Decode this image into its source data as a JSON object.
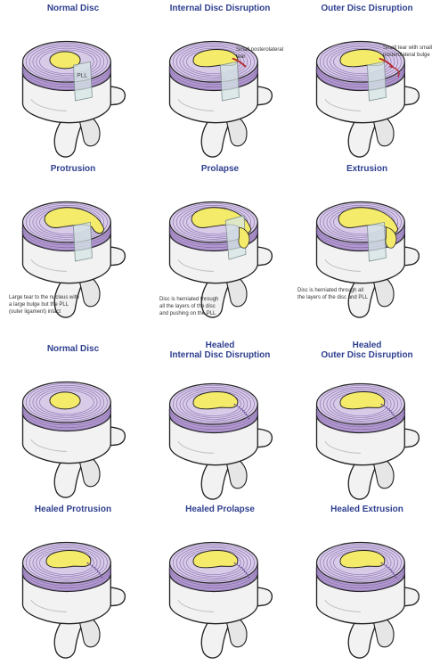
{
  "colors": {
    "title": "#2e3f8f",
    "annulus": "#b39bcf",
    "annulus_dark": "#7e63a8",
    "nucleus": "#f5eb6a",
    "bone": "#f2f2f2",
    "outline": "#222222",
    "tear": "#b2262a",
    "pll": "#d5e5e6"
  },
  "panels": [
    {
      "title": "Normal Disc",
      "note": "",
      "pll": "PLL",
      "variant": "normal"
    },
    {
      "title": "Internal Disc Disruption",
      "note": "Small posterolateral\ntear",
      "pll": "",
      "variant": "internal"
    },
    {
      "title": "Outer Disc Disruption",
      "note": "Small tear with small\nposterolateral bulge",
      "pll": "",
      "variant": "outer"
    },
    {
      "title": "Protrusion",
      "note": "Large tear to the nucleus with\na large bulge but the PLL\n(outer ligament) intact",
      "pll": "",
      "variant": "protrusion"
    },
    {
      "title": "Prolapse",
      "note": "Disc is herniated through\nall the layers of the disc\nand pushing on the PLL",
      "pll": "",
      "variant": "prolapse"
    },
    {
      "title": "Extrusion",
      "note": "Disc is herniated through all\nthe layers of the disc and PLL",
      "pll": "",
      "variant": "extrusion"
    },
    {
      "title": "Normal Disc",
      "note": "",
      "pll": "",
      "variant": "healed-normal"
    },
    {
      "title": "Healed\nInternal Disc Disruption",
      "note": "",
      "pll": "",
      "variant": "healed-internal"
    },
    {
      "title": "Healed\nOuter Disc Disruption",
      "note": "",
      "pll": "",
      "variant": "healed-outer"
    },
    {
      "title": "Healed Protrusion",
      "note": "",
      "pll": "",
      "variant": "healed-protrusion"
    },
    {
      "title": "Healed Prolapse",
      "note": "",
      "pll": "",
      "variant": "healed-prolapse"
    },
    {
      "title": "Healed Extrusion",
      "note": "",
      "pll": "",
      "variant": "healed-extrusion"
    }
  ]
}
